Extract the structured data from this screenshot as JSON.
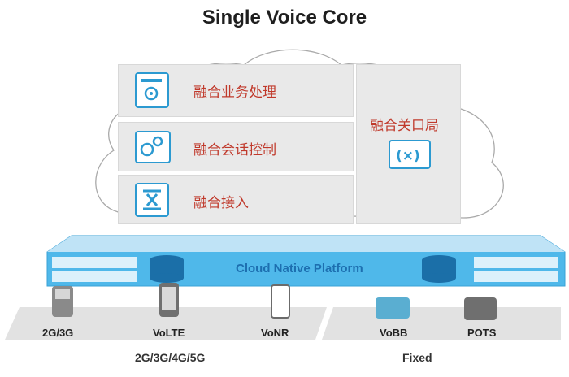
{
  "title": "Single Voice Core",
  "cloud": {
    "modules": [
      {
        "label": "融合业务处理",
        "icon": "service-processing-icon"
      },
      {
        "label": "融合会话控制",
        "icon": "session-control-icon"
      },
      {
        "label": "融合接入",
        "icon": "access-icon"
      }
    ],
    "gateway": {
      "label": "融合关口局",
      "icon": "gateway-icon"
    }
  },
  "platform": {
    "label": "Cloud Native Platform"
  },
  "mobile_group": {
    "label": "2G/3G/4G/5G",
    "devices": [
      {
        "label": "2G/3G",
        "icon": "feature-phone-icon"
      },
      {
        "label": "VoLTE",
        "icon": "smartphone-icon"
      },
      {
        "label": "VoNR",
        "icon": "smartphone-outline-icon"
      }
    ]
  },
  "fixed_group": {
    "label": "Fixed",
    "devices": [
      {
        "label": "VoBB",
        "icon": "ip-phone-icon"
      },
      {
        "label": "POTS",
        "icon": "desk-phone-icon"
      }
    ]
  },
  "colors": {
    "accent_blue": "#2c9ad1",
    "platform_blue": "#4fb8ea",
    "label_red": "#c0392b"
  }
}
